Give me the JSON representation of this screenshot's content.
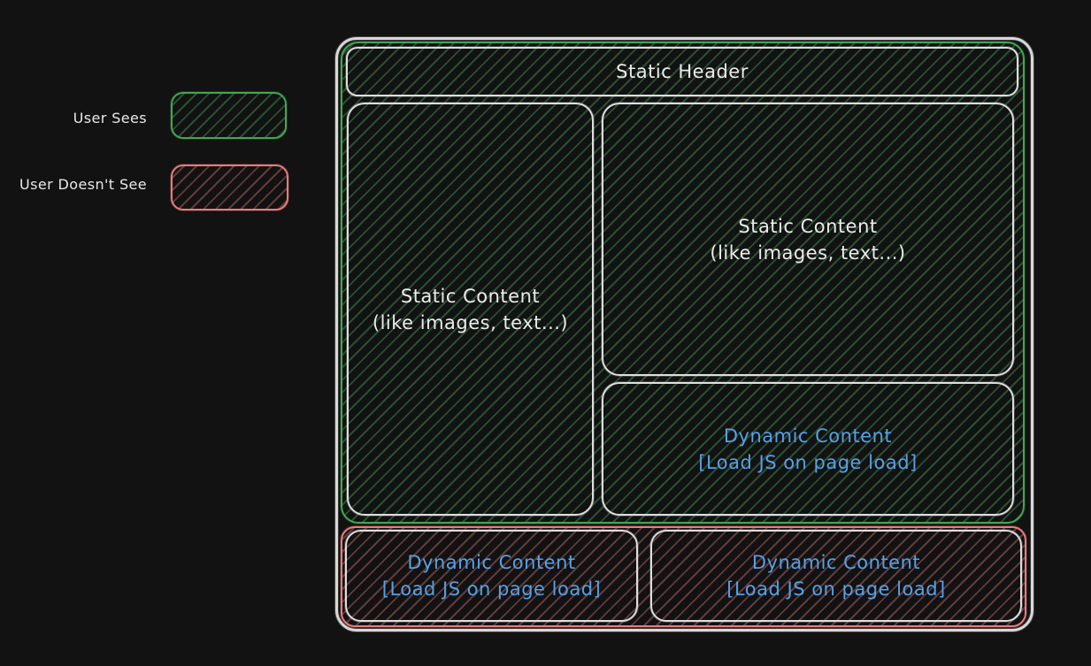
{
  "colors": {
    "background": "#121212",
    "stroke_white": "#dedede",
    "stroke_green": "#43a554",
    "stroke_red": "#e87c7c",
    "text_white": "#ebebeb",
    "text_blue": "#54a1e8"
  },
  "legend": {
    "user_sees": {
      "label": "User Sees",
      "swatch_color": "#43a554"
    },
    "user_doesnt_see": {
      "label": "User Doesn't See",
      "swatch_color": "#e87c7c"
    }
  },
  "diagram": {
    "header": {
      "title": "Static Header"
    },
    "static_content_left": {
      "line1": "Static Content",
      "line2": "(like images, text...)"
    },
    "static_content_right": {
      "line1": "Static Content",
      "line2": "(like images, text...)"
    },
    "dynamic_content_right": {
      "line1": "Dynamic Content",
      "line2": "[Load JS on page load]"
    },
    "dynamic_content_bottom_left": {
      "line1": "Dynamic Content",
      "line2": "[Load JS on page load]"
    },
    "dynamic_content_bottom_right": {
      "line1": "Dynamic Content",
      "line2": "[Load JS on page load]"
    }
  }
}
